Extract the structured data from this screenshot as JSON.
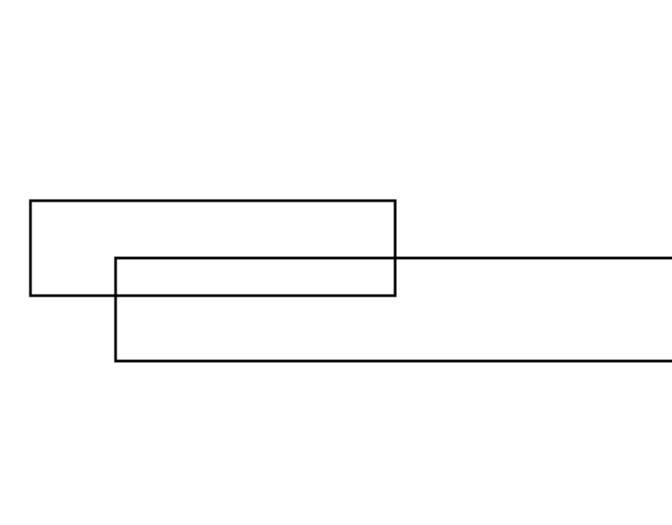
{
  "diagram": {
    "background": "#ffffff",
    "stroke_color": "#000000",
    "shapes": [
      {
        "kind": "rectangle",
        "fill": "none"
      },
      {
        "kind": "rectangle",
        "fill": "none"
      }
    ]
  }
}
